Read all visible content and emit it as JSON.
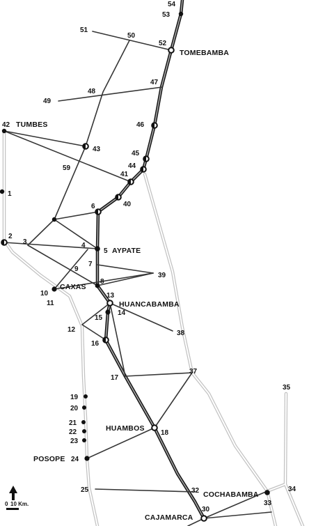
{
  "map": {
    "numbers": [
      "54",
      "53",
      "51",
      "50",
      "52",
      "47",
      "48",
      "49",
      "46",
      "42",
      "43",
      "45",
      "44",
      "59",
      "41",
      "1",
      "40",
      "6",
      "2",
      "3",
      "4",
      "5",
      "7",
      "39",
      "9",
      "8",
      "10",
      "13",
      "11",
      "14",
      "15",
      "12",
      "38",
      "16",
      "37",
      "17",
      "35",
      "19",
      "20",
      "21",
      "22",
      "18",
      "23",
      "24",
      "25",
      "32",
      "34",
      "33",
      "30"
    ],
    "places": {
      "tomebamba": "TOMEBAMBA",
      "tumbes": "TUMBES",
      "aypate": "AYPATE",
      "caxas": "CAXAS",
      "huancabamba": "HUANCABAMBA",
      "huambos": "HUAMBOS",
      "posope": "POSOPE",
      "cochabamba": "COCHABAMBA",
      "cajamarca": "CAJAMARCA"
    },
    "scale": {
      "zero": "0",
      "label": "10 Km."
    },
    "colors": {
      "road": "#3a3a3a",
      "main_road_edge": "#111111",
      "main_road_fill": "#9a9a9a",
      "coast_road": "#bcbcbc"
    }
  }
}
